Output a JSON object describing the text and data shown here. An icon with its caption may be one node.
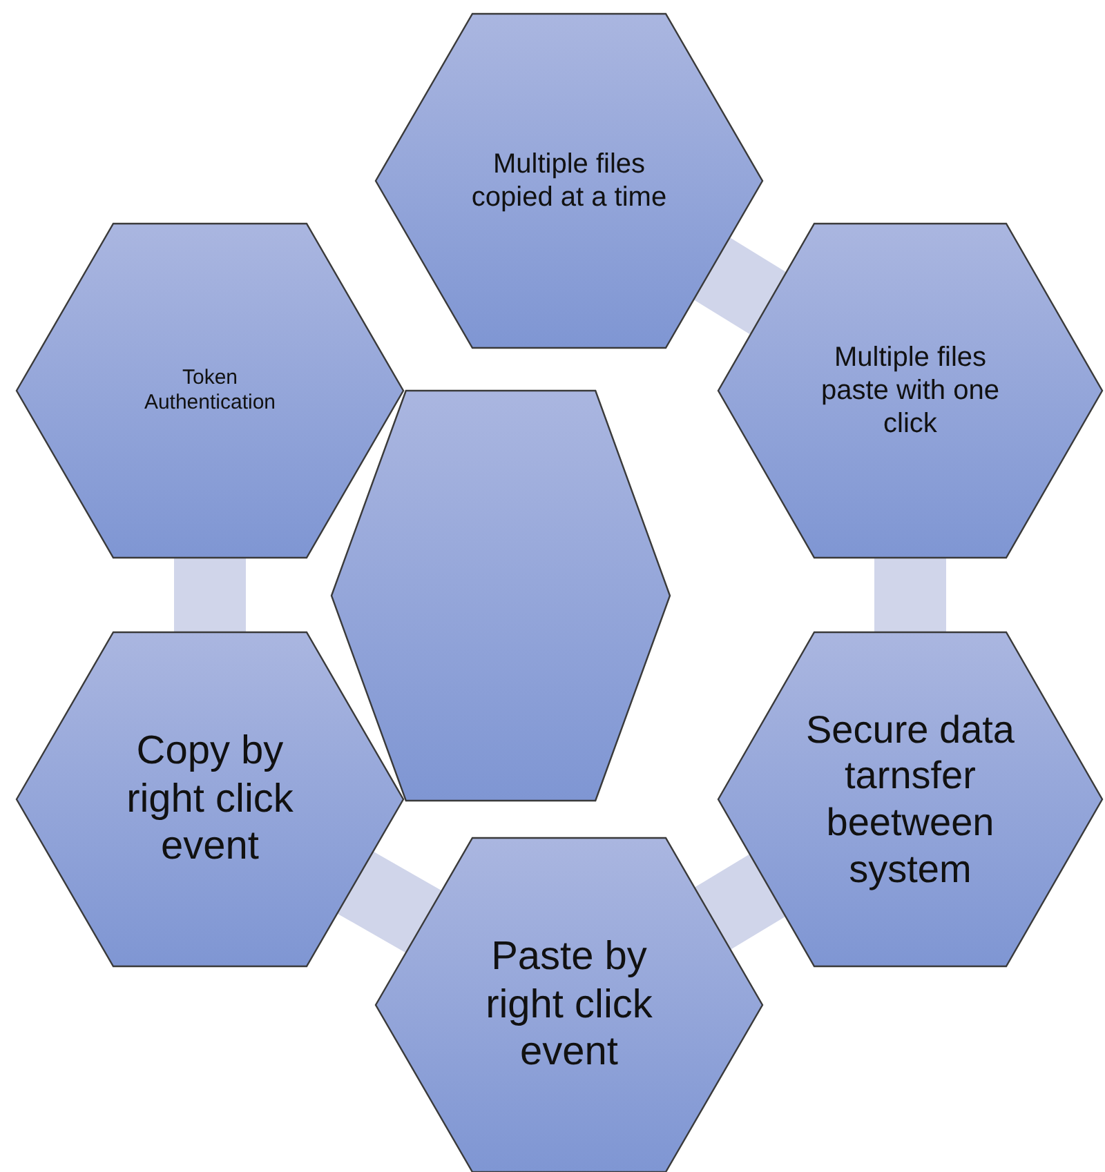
{
  "diagram": {
    "nodes": [
      {
        "text": [
          "Multiple files copied at a time"
        ]
      },
      {
        "text": [
          "Token Authentication"
        ]
      },
      {
        "text": [
          "Multiple files paste with one click"
        ]
      },
      {
        "text": [],
        "shape": "hexagon"
      },
      {
        "text": [
          "Copy by right click event"
        ]
      },
      {
        "text": [
          "Secure data tarnsfer beetween system"
        ]
      },
      {
        "text": [
          "Paste by right click event"
        ]
      }
    ],
    "edges": [
      {
        "from": 0,
        "to": 2,
        "arrow": "none"
      },
      {
        "from": 2,
        "to": 5,
        "arrow": "none"
      },
      {
        "from": 5,
        "to": 6,
        "arrow": "none"
      },
      {
        "from": 6,
        "to": 4,
        "arrow": "none"
      },
      {
        "from": 4,
        "to": 1,
        "arrow": "none"
      }
    ]
  }
}
